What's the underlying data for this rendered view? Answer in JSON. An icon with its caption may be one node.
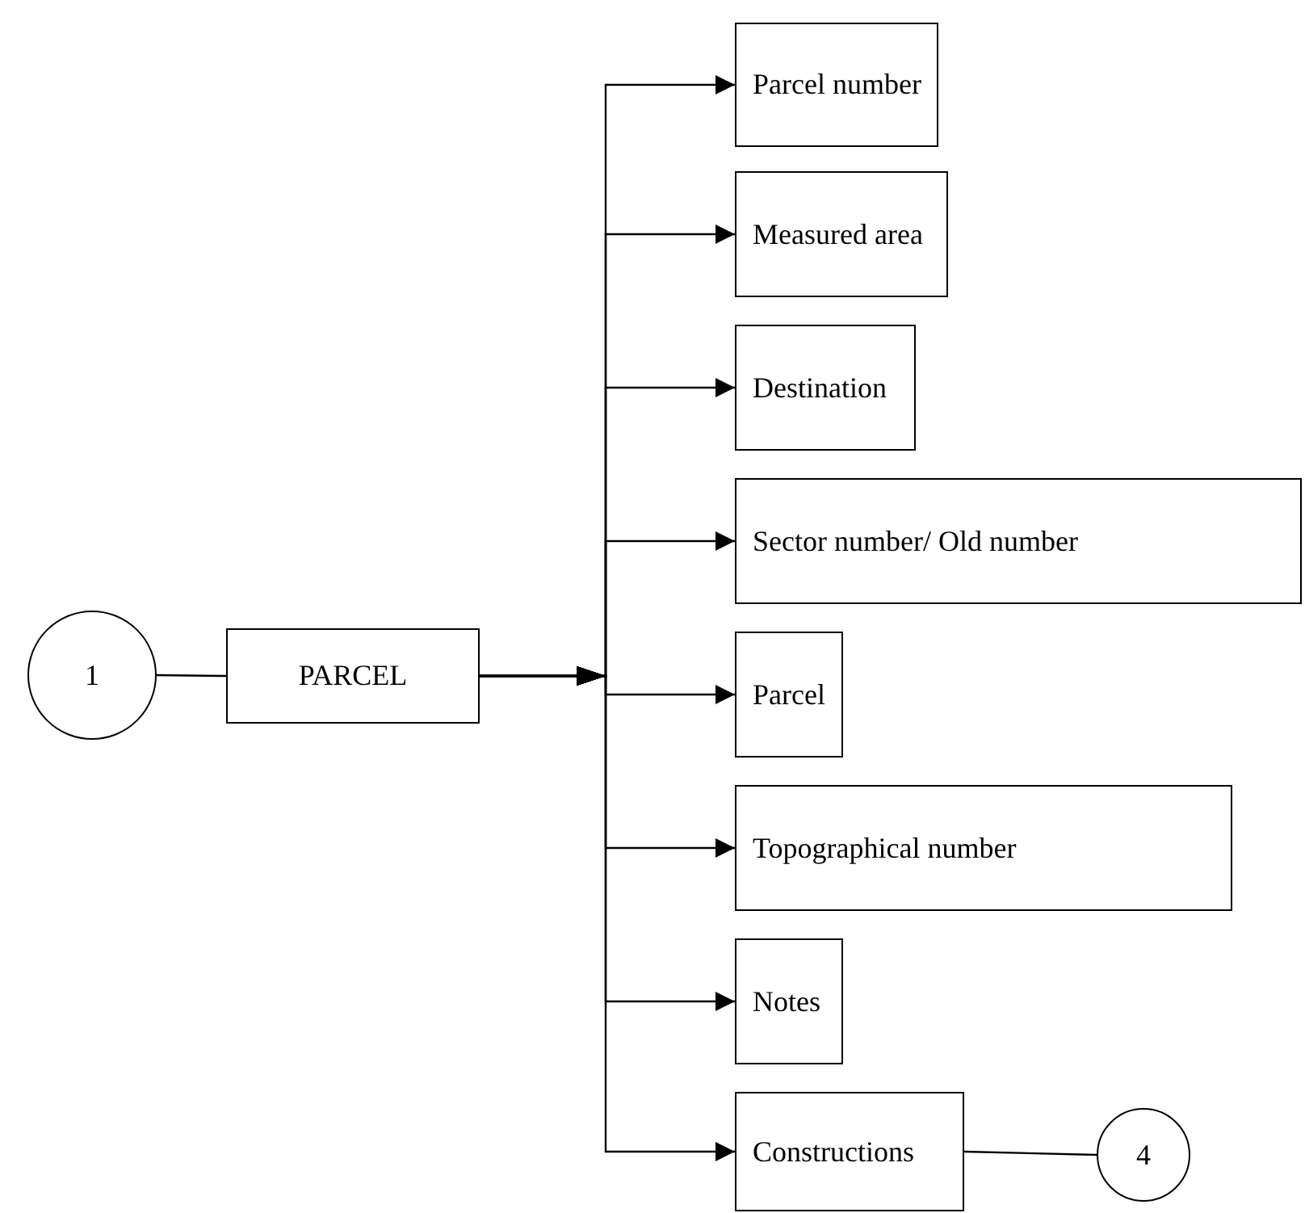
{
  "diagram": {
    "nodes": [
      {
        "text": [
          "1"
        ]
      },
      {
        "text": [
          "PARCEL"
        ]
      },
      {
        "text": [
          "Parcel number"
        ]
      },
      {
        "text": [
          "Measured area"
        ]
      },
      {
        "text": [
          "Destination"
        ]
      },
      {
        "text": [
          "Sector number/ Old number"
        ]
      },
      {
        "text": [
          "Parcel"
        ]
      },
      {
        "text": [
          "Topographical number"
        ]
      },
      {
        "text": [
          "Notes"
        ]
      },
      {
        "text": [
          "Constructions"
        ]
      },
      {
        "text": [
          "4"
        ]
      }
    ],
    "edges": [
      {
        "from": 0,
        "to": 1,
        "arrow": "none"
      },
      {
        "from": 1,
        "to": 2,
        "arrow": "to"
      },
      {
        "from": 1,
        "to": 3,
        "arrow": "to"
      },
      {
        "from": 1,
        "to": 4,
        "arrow": "to"
      },
      {
        "from": 1,
        "to": 5,
        "arrow": "to"
      },
      {
        "from": 1,
        "to": 6,
        "arrow": "to"
      },
      {
        "from": 1,
        "to": 7,
        "arrow": "to"
      },
      {
        "from": 1,
        "to": 8,
        "arrow": "to"
      },
      {
        "from": 1,
        "to": 9,
        "arrow": "to"
      },
      {
        "from": 9,
        "to": 10,
        "arrow": "none"
      }
    ]
  }
}
